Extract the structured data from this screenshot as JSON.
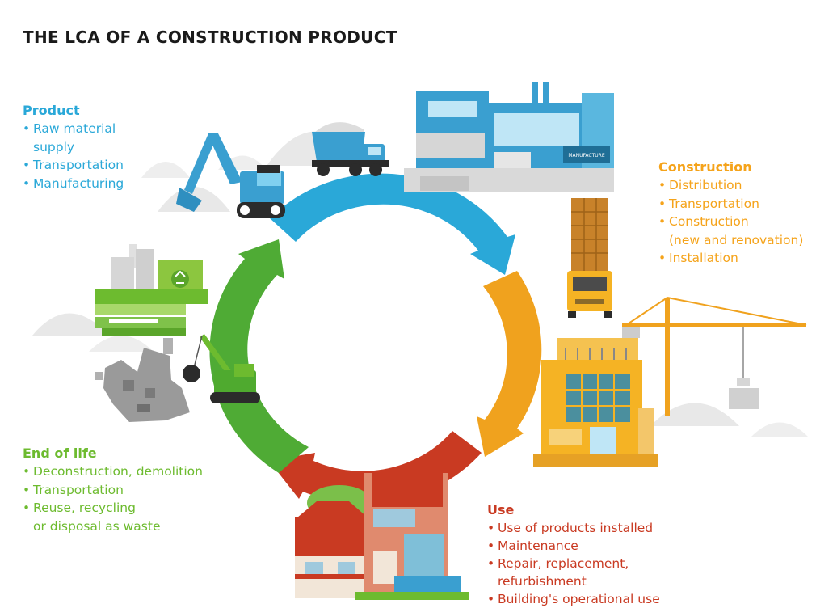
{
  "title": "THE LCA OF A CONSTRUCTION PRODUCT",
  "stages": {
    "product": {
      "heading": "Product",
      "items": [
        "Raw material\nsupply",
        "Transportation",
        "Manufacturing"
      ],
      "color": "#2aa8d8"
    },
    "construction": {
      "heading": "Construction",
      "items": [
        "Distribution",
        "Transportation",
        "Construction\n(new and renovation)",
        "Installation"
      ],
      "color": "#f5a31a"
    },
    "end_of_life": {
      "heading": "End of life",
      "items": [
        "Deconstruction, demolition",
        "Transportation",
        "Reuse, recycling\nor disposal as waste"
      ],
      "color": "#6dbb2f"
    },
    "use": {
      "heading": "Use",
      "items": [
        "Use of products installed",
        "Maintenance",
        "Repair, replacement,\nrefurbishment",
        "Building's operational use"
      ],
      "color": "#c93a22"
    }
  },
  "factory_sign": "MANUFACTURE",
  "icons": [
    "excavator-icon",
    "dump-truck-icon",
    "factory-icon",
    "delivery-truck-icon",
    "tower-crane-icon",
    "building-icon",
    "houses-icon",
    "demolition-crane-icon",
    "rubble-icon",
    "recycling-plant-icon",
    "recycle-symbol-icon"
  ]
}
